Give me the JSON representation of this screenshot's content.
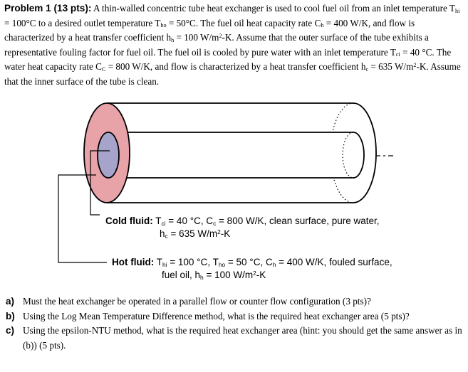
{
  "problem": {
    "lead": "Problem 1 (13 pts):",
    "p1": "A thin-walled concentric tube heat exchanger is used to cool fuel oil from an inlet temperature T",
    "p1_sub": "hi",
    "p2": " = 100°C to a desired outlet temperature T",
    "p2_sub": "ho",
    "p3": " = 50°C. The fuel oil heat capacity rate C",
    "p3_sub": "h",
    "p4": " = 400 W/K, and flow is characterized by a heat transfer coefficient h",
    "p4_sub": "h",
    "p5": " = 100 W/m",
    "p5_sup": "2",
    "p6": "-K. Assume that the outer surface of the tube exhibits a representative fouling factor for fuel oil. The fuel oil is cooled by pure water with an inlet temperature T",
    "p6_sub": "ci",
    "p7": " = 40 °C. The water heat capacity rate C",
    "p7_sub": "C",
    "p8": " = 800 W/K, and flow is characterized by a heat transfer coefficient h",
    "p8_sub": "c",
    "p9": " = 635 W/m",
    "p9_sup": "2",
    "p10": "-K. Assume that the inner surface of the tube is clean."
  },
  "cold_fluid": {
    "name": "Cold fluid:",
    "t1": " T",
    "t1_sub": "ci",
    "t2": " = 40 °C, C",
    "t2_sub": "c",
    "t3": " = 800 W/K, clean surface, pure water,",
    "t4": "h",
    "t4_sub": "c",
    "t5": " = 635 W/m",
    "t5_sup": "2",
    "t6": "-K"
  },
  "hot_fluid": {
    "name": "Hot fluid:",
    "t1": " T",
    "t1_sub": "hi",
    "t2": " = 100 °C, T",
    "t2_sub": "ho",
    "t3": " = 50 °C, C",
    "t3_sub": "h",
    "t4": " = 400 W/K, fouled surface,",
    "t5": "fuel oil, h",
    "t5_sub": "h",
    "t6": " = 100 W/m",
    "t6_sup": "2",
    "t7": "-K"
  },
  "questions": [
    {
      "label": "a)",
      "text": "Must the heat exchanger be operated in a parallel flow or counter flow configuration (3 pts)?"
    },
    {
      "label": "b)",
      "text": "Using the Log Mean Temperature Difference method, what is the required heat exchanger area (5 pts)?"
    },
    {
      "label": "c)",
      "text": "Using the epsilon-NTU method, what is the required heat exchanger area (hint: you should get the same answer as in (b)) (5 pts)."
    }
  ],
  "colors": {
    "annulus_fill": "#e8a3a9",
    "inner_tube_fill": "#a7a4cc",
    "outline": "#000000"
  }
}
